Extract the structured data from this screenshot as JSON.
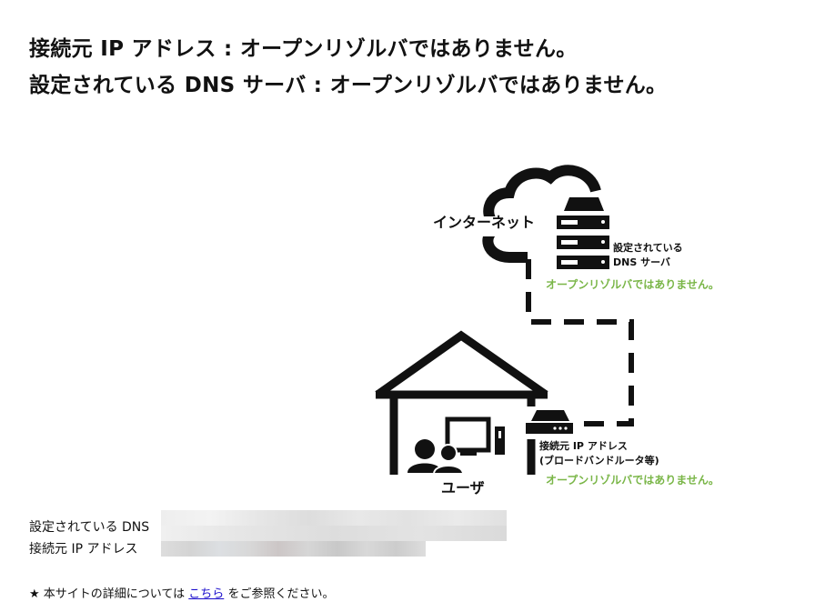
{
  "headline": {
    "line1": "接続元 IP アドレス : オープンリゾルバではありません。",
    "line2": "設定されている DNS サーバ : オープンリゾルバではありません。"
  },
  "diagram": {
    "internet_label": "インターネット",
    "dns_label_line1": "設定されている",
    "dns_label_line2": "DNS サーバ",
    "dns_status": "オープンリゾルバではありません。",
    "router_label_line1": "接続元 IP アドレス",
    "router_label_line2": "(ブロードバンドルータ等)",
    "router_status": "オープンリゾルバではありません。",
    "user_label": "ユーザ",
    "status_color": "#7ab648"
  },
  "info": {
    "dns_label": "設定されている DNS",
    "ip_label": "接続元 IP アドレス"
  },
  "note": {
    "prefix": "★ 本サイトの詳細については",
    "link": "こちら",
    "suffix": "をご参照ください。"
  }
}
